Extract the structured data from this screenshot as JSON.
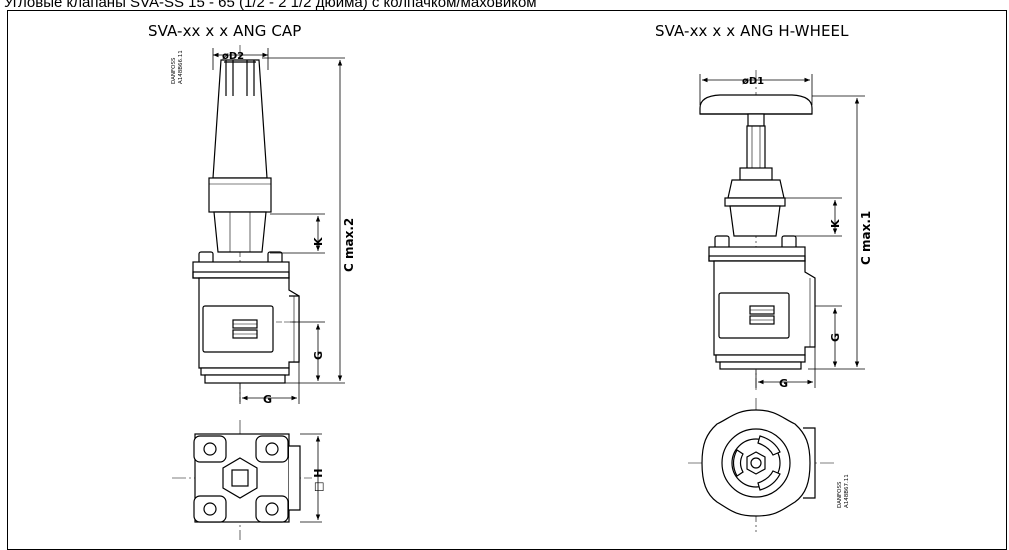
{
  "page": {
    "title": "Угловые клапаны SVA-SS 15 - 65 (1/2 - 2 1/2 дюйма) с колпачком/маховиком"
  },
  "drawings": {
    "left": {
      "title": "SVA-xx x x ANG CAP",
      "dim_d": "øD2",
      "dim_c": "C  max.2",
      "dim_k": "K",
      "dim_g_vertical": "G",
      "dim_g_horizontal": "G",
      "dim_h": "□ H",
      "stamp_brand": "DANFOSS",
      "stamp_code": "A148B66.11"
    },
    "right": {
      "title": "SVA-xx x x ANG H-WHEEL",
      "dim_d": "øD1",
      "dim_c": "C  max.1",
      "dim_k": "K",
      "dim_g_vertical": "G",
      "dim_g_horizontal": "G",
      "stamp_brand": "DANFOSS",
      "stamp_code": "A148B67.11"
    }
  }
}
